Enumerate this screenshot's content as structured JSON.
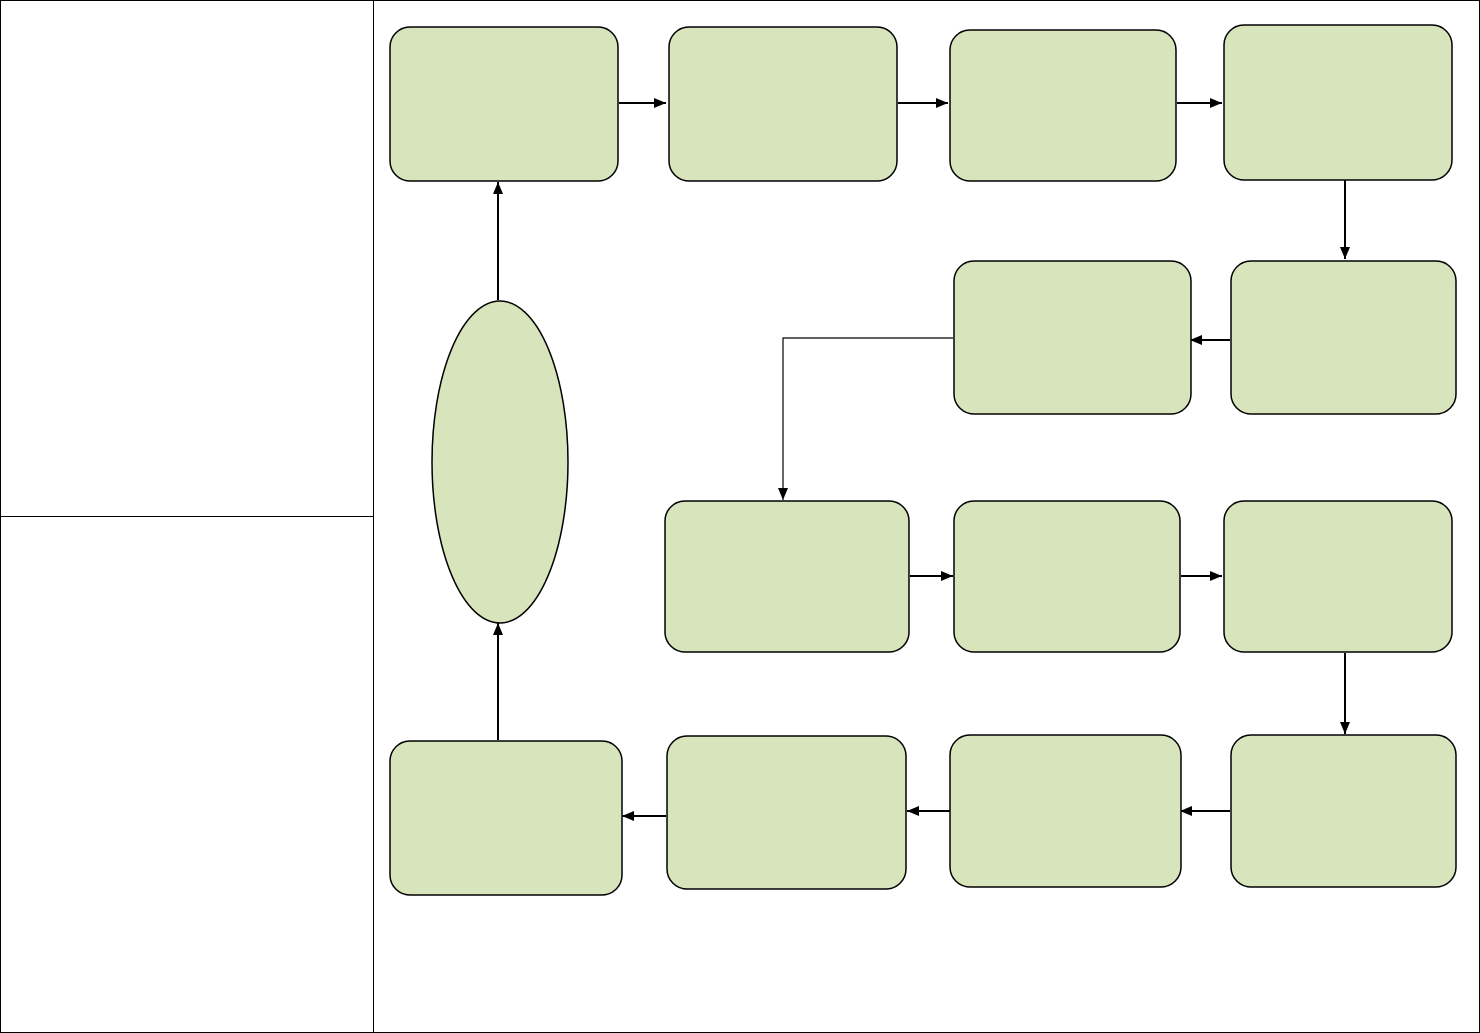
{
  "colors": {
    "node_fill": "#d8e4bc",
    "stroke": "#000000",
    "frame": "#000000",
    "background": "#ffffff"
  },
  "frame": {
    "left_column": [
      {
        "id": "upper-cell",
        "label": ""
      },
      {
        "id": "lower-cell",
        "label": ""
      }
    ]
  },
  "nodes": [
    {
      "id": "n1",
      "shape": "rounded-rect",
      "label": ""
    },
    {
      "id": "n2",
      "shape": "rounded-rect",
      "label": ""
    },
    {
      "id": "n3",
      "shape": "rounded-rect",
      "label": ""
    },
    {
      "id": "n4",
      "shape": "rounded-rect",
      "label": ""
    },
    {
      "id": "n5",
      "shape": "rounded-rect",
      "label": ""
    },
    {
      "id": "n6",
      "shape": "rounded-rect",
      "label": ""
    },
    {
      "id": "n7",
      "shape": "rounded-rect",
      "label": ""
    },
    {
      "id": "n8",
      "shape": "rounded-rect",
      "label": ""
    },
    {
      "id": "n9",
      "shape": "rounded-rect",
      "label": ""
    },
    {
      "id": "n10",
      "shape": "rounded-rect",
      "label": ""
    },
    {
      "id": "n11",
      "shape": "rounded-rect",
      "label": ""
    },
    {
      "id": "n12",
      "shape": "rounded-rect",
      "label": ""
    },
    {
      "id": "n13",
      "shape": "rounded-rect",
      "label": ""
    },
    {
      "id": "n14",
      "shape": "ellipse",
      "label": ""
    }
  ],
  "edges": [
    {
      "from": "n1",
      "to": "n2"
    },
    {
      "from": "n2",
      "to": "n3"
    },
    {
      "from": "n3",
      "to": "n4"
    },
    {
      "from": "n4",
      "to": "n5"
    },
    {
      "from": "n5",
      "to": "n6"
    },
    {
      "from": "n6",
      "to": "n7"
    },
    {
      "from": "n7",
      "to": "n8"
    },
    {
      "from": "n8",
      "to": "n9"
    },
    {
      "from": "n9",
      "to": "n10"
    },
    {
      "from": "n10",
      "to": "n11"
    },
    {
      "from": "n11",
      "to": "n12"
    },
    {
      "from": "n12",
      "to": "n13"
    },
    {
      "from": "n13",
      "to": "n14"
    },
    {
      "from": "n14",
      "to": "n1"
    }
  ]
}
